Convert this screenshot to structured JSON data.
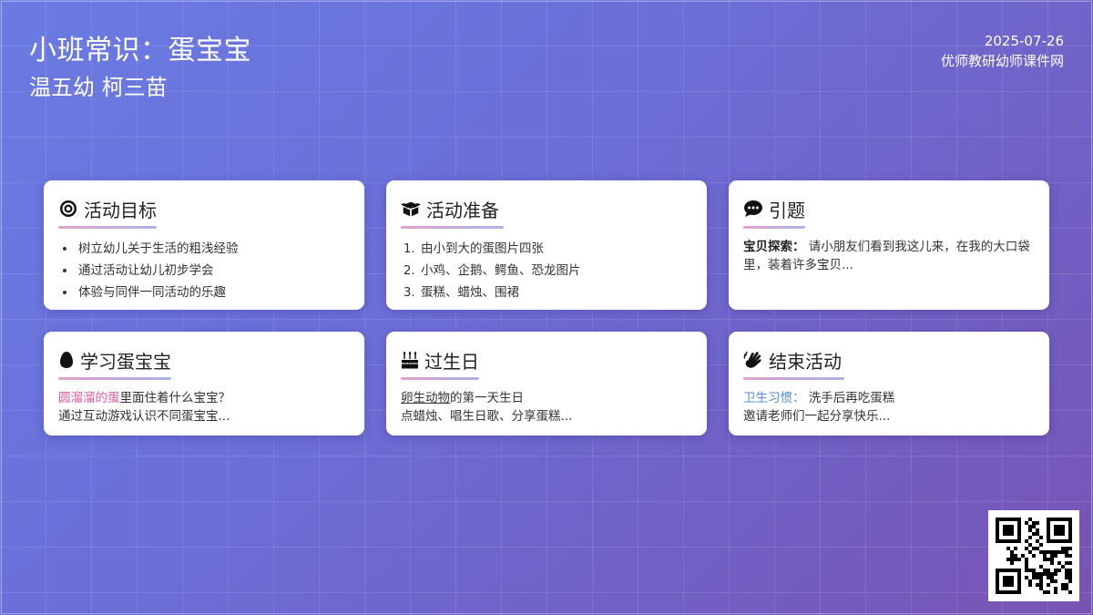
{
  "header": {
    "title": "小班常识：蛋宝宝",
    "subtitle": "温五幼 柯三苗",
    "date": "2025-07-26",
    "site": "优师教研幼师课件网"
  },
  "cards": {
    "goals": {
      "icon": "target-icon",
      "title": "活动目标",
      "items": [
        "树立幼儿关于生活的粗浅经验",
        "通过活动让幼儿初步学会",
        "体验与同伴一同活动的乐趣"
      ]
    },
    "prep": {
      "icon": "box-icon",
      "title": "活动准备",
      "items": [
        "由小到大的蛋图片四张",
        "小鸡、企鹅、鳄鱼、恐龙图片",
        "蛋糕、蜡烛、围裙"
      ]
    },
    "intro": {
      "icon": "speech-bubble-icon",
      "title": "引题",
      "label": "宝贝探索：",
      "text": "请小朋友们看到我这儿来，在我的大口袋里，装着许多宝贝..."
    },
    "learn": {
      "icon": "egg-icon",
      "title": "学习蛋宝宝",
      "highlight": "圆溜溜的蛋",
      "line1_rest": "里面住着什么宝宝？",
      "line2": "通过互动游戏认识不同蛋宝宝..."
    },
    "birthday": {
      "icon": "cake-icon",
      "title": "过生日",
      "underlined": "卵生动物",
      "line1_rest": "的第一天生日",
      "line2": "点蜡烛、唱生日歌、分享蛋糕..."
    },
    "end": {
      "icon": "waving-hand-icon",
      "title": "结束活动",
      "label": "卫生习惯：",
      "line1_rest": "洗手后再吃蛋糕",
      "line2": "邀请老师们一起分享快乐..."
    }
  },
  "colors": {
    "bg_start": "#6a7be2",
    "bg_end": "#7754b4",
    "highlight_pink": "#e25aa0",
    "highlight_blue": "#4f8fd0"
  },
  "qr": {
    "icon": "qr-code-icon"
  }
}
